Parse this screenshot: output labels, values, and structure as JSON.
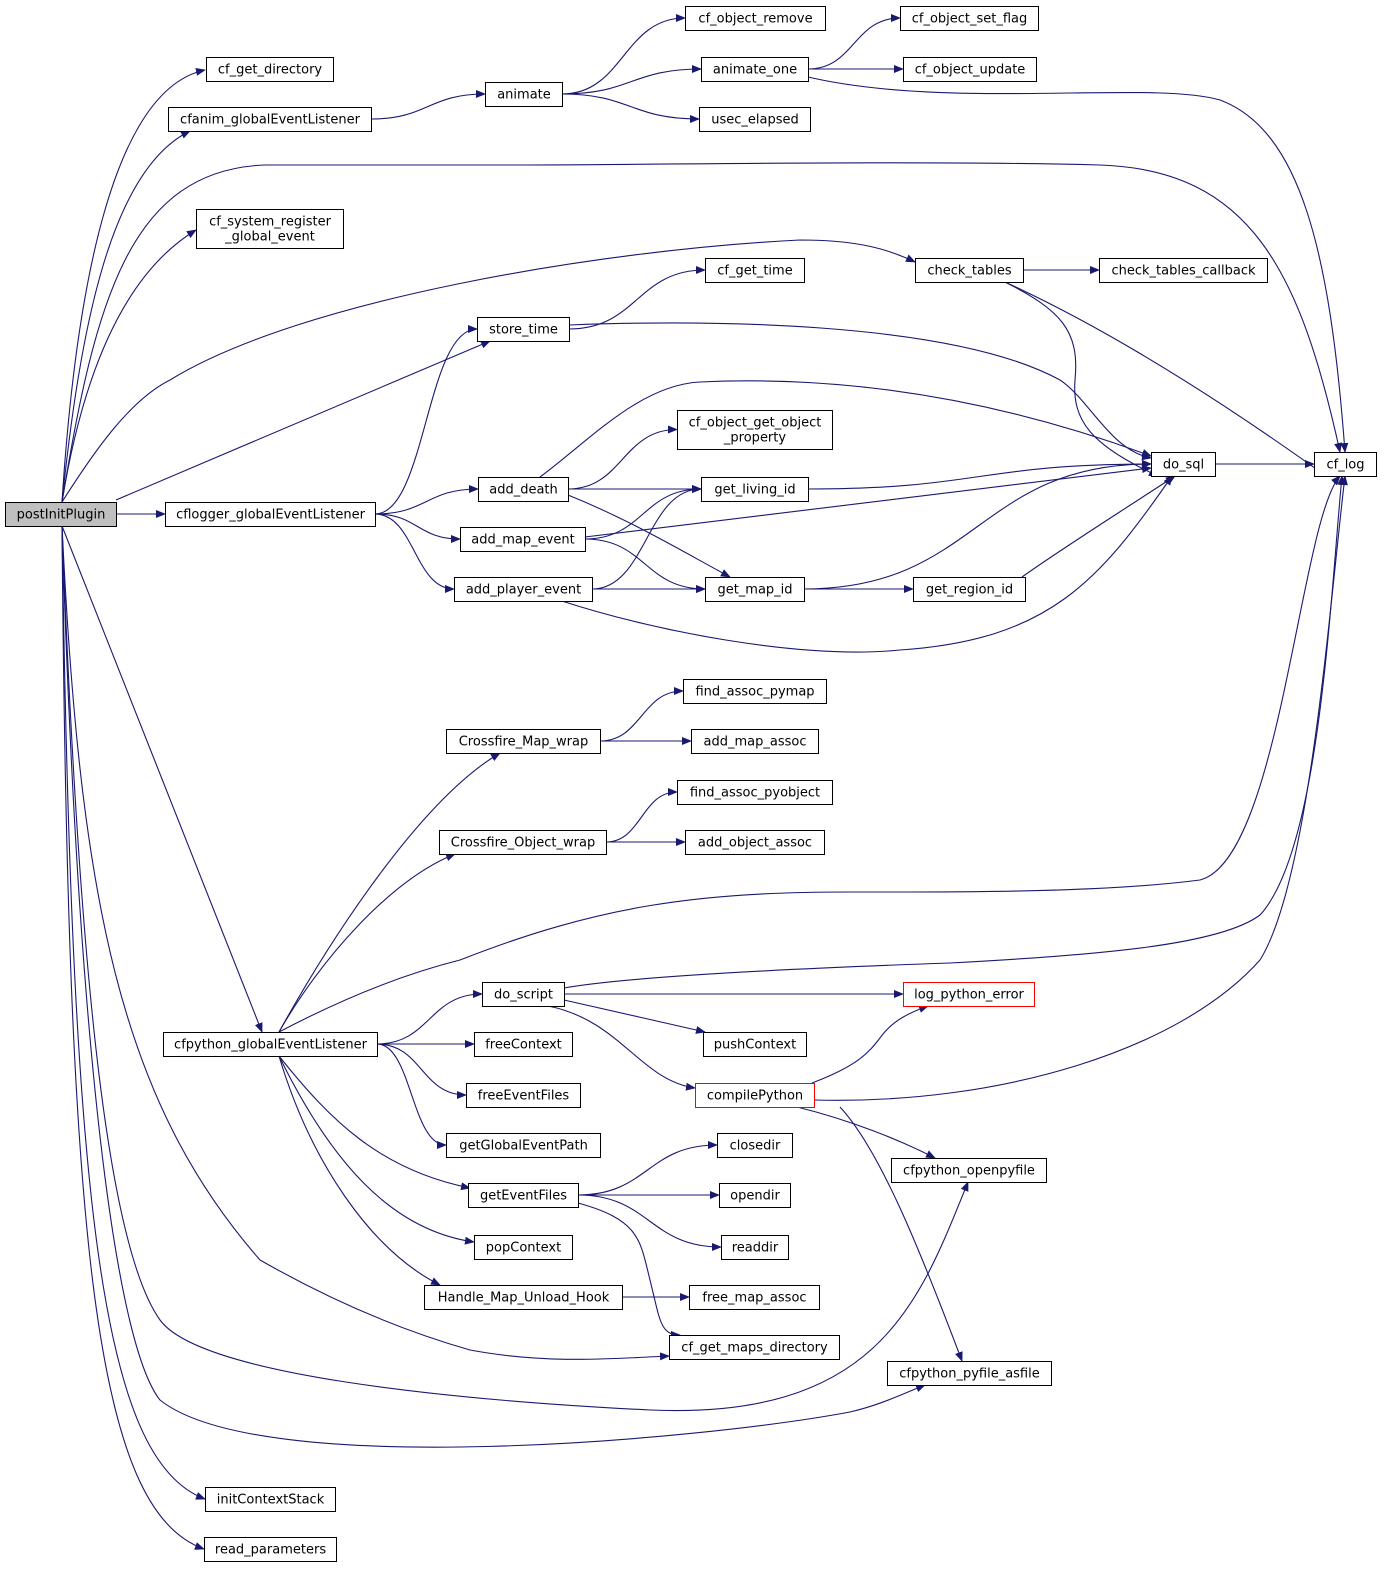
{
  "graph": {
    "nodes": [
      {
        "id": "postInitPlugin",
        "label": [
          "postInitPlugin"
        ],
        "root": true
      },
      {
        "id": "cf_get_directory",
        "label": [
          "cf_get_directory"
        ]
      },
      {
        "id": "cfanim_globalEventListener",
        "label": [
          "cfanim_globalEventListener"
        ]
      },
      {
        "id": "cf_system_register_global_event",
        "label": [
          "cf_system_register",
          "_global_event"
        ]
      },
      {
        "id": "cflogger_globalEventListener",
        "label": [
          "cflogger_globalEventListener"
        ]
      },
      {
        "id": "cfpython_globalEventListener",
        "label": [
          "cfpython_globalEventListener"
        ]
      },
      {
        "id": "initContextStack",
        "label": [
          "initContextStack"
        ]
      },
      {
        "id": "read_parameters",
        "label": [
          "read_parameters"
        ]
      },
      {
        "id": "animate",
        "label": [
          "animate"
        ]
      },
      {
        "id": "store_time",
        "label": [
          "store_time"
        ]
      },
      {
        "id": "add_death",
        "label": [
          "add_death"
        ]
      },
      {
        "id": "add_map_event",
        "label": [
          "add_map_event"
        ]
      },
      {
        "id": "add_player_event",
        "label": [
          "add_player_event"
        ]
      },
      {
        "id": "Crossfire_Map_wrap",
        "label": [
          "Crossfire_Map_wrap"
        ]
      },
      {
        "id": "Crossfire_Object_wrap",
        "label": [
          "Crossfire_Object_wrap"
        ]
      },
      {
        "id": "do_script",
        "label": [
          "do_script"
        ]
      },
      {
        "id": "freeContext",
        "label": [
          "freeContext"
        ]
      },
      {
        "id": "freeEventFiles",
        "label": [
          "freeEventFiles"
        ]
      },
      {
        "id": "getGlobalEventPath",
        "label": [
          "getGlobalEventPath"
        ]
      },
      {
        "id": "getEventFiles",
        "label": [
          "getEventFiles"
        ]
      },
      {
        "id": "popContext",
        "label": [
          "popContext"
        ]
      },
      {
        "id": "Handle_Map_Unload_Hook",
        "label": [
          "Handle_Map_Unload_Hook"
        ]
      },
      {
        "id": "cf_object_remove",
        "label": [
          "cf_object_remove"
        ]
      },
      {
        "id": "animate_one",
        "label": [
          "animate_one"
        ]
      },
      {
        "id": "usec_elapsed",
        "label": [
          "usec_elapsed"
        ]
      },
      {
        "id": "cf_get_time",
        "label": [
          "cf_get_time"
        ]
      },
      {
        "id": "cf_object_get_object_property",
        "label": [
          "cf_object_get_object",
          "_property"
        ]
      },
      {
        "id": "get_living_id",
        "label": [
          "get_living_id"
        ]
      },
      {
        "id": "get_map_id",
        "label": [
          "get_map_id"
        ]
      },
      {
        "id": "find_assoc_pymap",
        "label": [
          "find_assoc_pymap"
        ]
      },
      {
        "id": "add_map_assoc",
        "label": [
          "add_map_assoc"
        ]
      },
      {
        "id": "find_assoc_pyobject",
        "label": [
          "find_assoc_pyobject"
        ]
      },
      {
        "id": "add_object_assoc",
        "label": [
          "add_object_assoc"
        ]
      },
      {
        "id": "pushContext",
        "label": [
          "pushContext"
        ]
      },
      {
        "id": "compilePython",
        "label": [
          "compilePython"
        ],
        "red": true
      },
      {
        "id": "closedir",
        "label": [
          "closedir"
        ]
      },
      {
        "id": "opendir",
        "label": [
          "opendir"
        ]
      },
      {
        "id": "readdir",
        "label": [
          "readdir"
        ]
      },
      {
        "id": "free_map_assoc",
        "label": [
          "free_map_assoc"
        ]
      },
      {
        "id": "cf_get_maps_directory",
        "label": [
          "cf_get_maps_directory"
        ]
      },
      {
        "id": "cf_object_set_flag",
        "label": [
          "cf_object_set_flag"
        ]
      },
      {
        "id": "cf_object_update",
        "label": [
          "cf_object_update"
        ]
      },
      {
        "id": "check_tables",
        "label": [
          "check_tables"
        ]
      },
      {
        "id": "do_sql",
        "label": [
          "do_sql"
        ]
      },
      {
        "id": "get_region_id",
        "label": [
          "get_region_id"
        ]
      },
      {
        "id": "log_python_error",
        "label": [
          "log_python_error"
        ],
        "red": true
      },
      {
        "id": "cfpython_openpyfile",
        "label": [
          "cfpython_openpyfile"
        ]
      },
      {
        "id": "cfpython_pyfile_asfile",
        "label": [
          "cfpython_pyfile_asfile"
        ]
      },
      {
        "id": "check_tables_callback",
        "label": [
          "check_tables_callback"
        ]
      },
      {
        "id": "cf_log",
        "label": [
          "cf_log"
        ]
      }
    ],
    "edges": [
      [
        "postInitPlugin",
        "cf_get_directory"
      ],
      [
        "postInitPlugin",
        "cfanim_globalEventListener"
      ],
      [
        "postInitPlugin",
        "cf_log"
      ],
      [
        "postInitPlugin",
        "cf_system_register_global_event"
      ],
      [
        "postInitPlugin",
        "check_tables"
      ],
      [
        "postInitPlugin",
        "store_time"
      ],
      [
        "postInitPlugin",
        "cflogger_globalEventListener"
      ],
      [
        "postInitPlugin",
        "cfpython_globalEventListener"
      ],
      [
        "postInitPlugin",
        "cf_get_maps_directory"
      ],
      [
        "postInitPlugin",
        "cfpython_openpyfile"
      ],
      [
        "postInitPlugin",
        "cfpython_pyfile_asfile"
      ],
      [
        "postInitPlugin",
        "initContextStack"
      ],
      [
        "postInitPlugin",
        "read_parameters"
      ],
      [
        "cfanim_globalEventListener",
        "animate"
      ],
      [
        "animate",
        "cf_object_remove"
      ],
      [
        "animate",
        "animate_one"
      ],
      [
        "animate",
        "usec_elapsed"
      ],
      [
        "animate_one",
        "cf_object_set_flag"
      ],
      [
        "animate_one",
        "cf_object_update"
      ],
      [
        "animate_one",
        "cf_log"
      ],
      [
        "check_tables",
        "check_tables_callback"
      ],
      [
        "check_tables",
        "do_sql"
      ],
      [
        "check_tables",
        "cf_log"
      ],
      [
        "store_time",
        "cf_get_time"
      ],
      [
        "store_time",
        "do_sql"
      ],
      [
        "cflogger_globalEventListener",
        "store_time"
      ],
      [
        "cflogger_globalEventListener",
        "add_death"
      ],
      [
        "cflogger_globalEventListener",
        "add_map_event"
      ],
      [
        "cflogger_globalEventListener",
        "add_player_event"
      ],
      [
        "add_death",
        "do_sql"
      ],
      [
        "add_death",
        "cf_object_get_object_property"
      ],
      [
        "add_death",
        "get_living_id"
      ],
      [
        "add_death",
        "get_map_id"
      ],
      [
        "add_map_event",
        "get_living_id"
      ],
      [
        "add_map_event",
        "do_sql"
      ],
      [
        "add_map_event",
        "get_map_id"
      ],
      [
        "add_player_event",
        "get_living_id"
      ],
      [
        "add_player_event",
        "get_map_id"
      ],
      [
        "add_player_event",
        "do_sql"
      ],
      [
        "get_living_id",
        "do_sql"
      ],
      [
        "get_map_id",
        "do_sql"
      ],
      [
        "get_map_id",
        "get_region_id"
      ],
      [
        "get_region_id",
        "do_sql"
      ],
      [
        "do_sql",
        "cf_log"
      ],
      [
        "cfpython_globalEventListener",
        "Crossfire_Map_wrap"
      ],
      [
        "cfpython_globalEventListener",
        "Crossfire_Object_wrap"
      ],
      [
        "cfpython_globalEventListener",
        "cf_log"
      ],
      [
        "cfpython_globalEventListener",
        "do_script"
      ],
      [
        "cfpython_globalEventListener",
        "freeContext"
      ],
      [
        "cfpython_globalEventListener",
        "freeEventFiles"
      ],
      [
        "cfpython_globalEventListener",
        "getGlobalEventPath"
      ],
      [
        "cfpython_globalEventListener",
        "getEventFiles"
      ],
      [
        "cfpython_globalEventListener",
        "popContext"
      ],
      [
        "cfpython_globalEventListener",
        "Handle_Map_Unload_Hook"
      ],
      [
        "Crossfire_Map_wrap",
        "find_assoc_pymap"
      ],
      [
        "Crossfire_Map_wrap",
        "add_map_assoc"
      ],
      [
        "Crossfire_Object_wrap",
        "find_assoc_pyobject"
      ],
      [
        "Crossfire_Object_wrap",
        "add_object_assoc"
      ],
      [
        "do_script",
        "cf_log"
      ],
      [
        "do_script",
        "log_python_error"
      ],
      [
        "do_script",
        "pushContext"
      ],
      [
        "do_script",
        "compilePython"
      ],
      [
        "compilePython",
        "log_python_error"
      ],
      [
        "compilePython",
        "cf_log"
      ],
      [
        "compilePython",
        "cfpython_openpyfile"
      ],
      [
        "compilePython",
        "cfpython_pyfile_asfile"
      ],
      [
        "getEventFiles",
        "closedir"
      ],
      [
        "getEventFiles",
        "opendir"
      ],
      [
        "getEventFiles",
        "readdir"
      ],
      [
        "getEventFiles",
        "cf_get_maps_directory"
      ],
      [
        "Handle_Map_Unload_Hook",
        "free_map_assoc"
      ]
    ]
  }
}
